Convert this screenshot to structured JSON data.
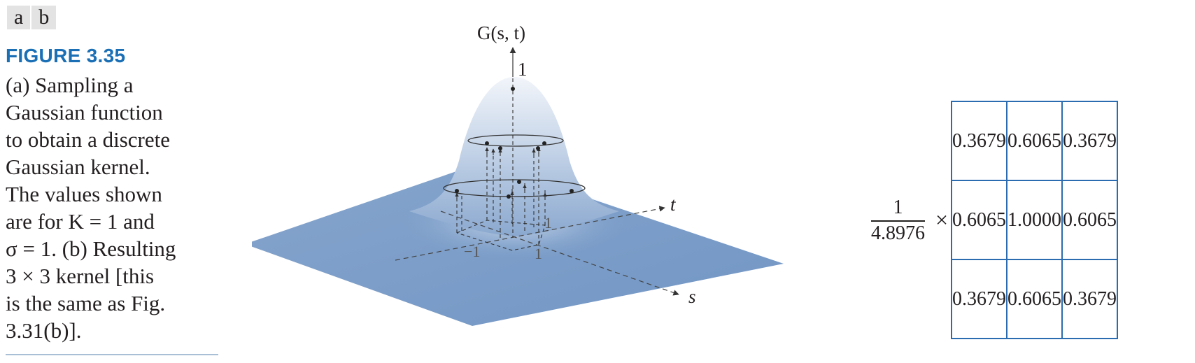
{
  "panel_labels": [
    "a",
    "b"
  ],
  "figure_number": "FIGURE 3.35",
  "caption_lines": [
    "(a) Sampling a",
    "Gaussian function",
    "to obtain a discrete",
    "Gaussian kernel.",
    "The values shown",
    "are for K = 1 and",
    "σ = 1. (b) Resulting",
    "3 × 3 kernel [this",
    "is the same as Fig.",
    "3.31(b)]."
  ],
  "surface": {
    "vertical_axis_label": "G(s, t)",
    "peak_tick": "1",
    "t_axis_label": "t",
    "s_axis_label": "s",
    "tick_t": "1",
    "tick_neg": "−1",
    "tick_s": "1",
    "colors": {
      "surface_light": "#eef2f8",
      "surface_dark": "#7d9ec9",
      "line": "#333333"
    }
  },
  "kernel": {
    "scale_numerator": "1",
    "scale_denominator": "4.8976",
    "times": "×",
    "rows": [
      [
        "0.3679",
        "0.6065",
        "0.3679"
      ],
      [
        "0.6065",
        "1.0000",
        "0.6065"
      ],
      [
        "0.3679",
        "0.6065",
        "0.3679"
      ]
    ],
    "border_color": "#2b6cb0"
  }
}
